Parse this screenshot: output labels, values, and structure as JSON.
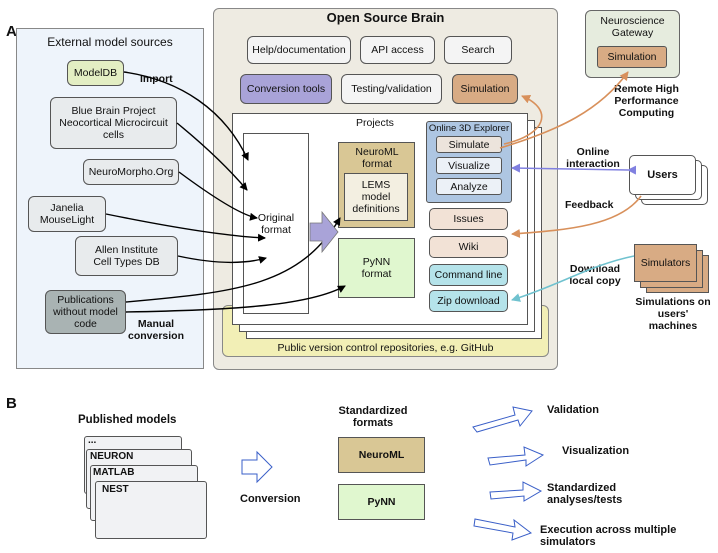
{
  "panel_a": {
    "letter": "A",
    "external": {
      "title": "External model sources",
      "sources": [
        "ModelDB",
        "Blue Brain Project Neocortical Microcircuit cells",
        "NeuroMorpho.Org",
        "Janelia MouseLight",
        "Allen Institute Cell Types DB",
        "Publications without model code"
      ],
      "import_label": "Import",
      "manual_label": "Manual conversion"
    },
    "osb": {
      "title": "Open Source Brain",
      "buttons": [
        "Help/documentation",
        "API access",
        "Search",
        "Conversion tools",
        "Testing/validation",
        "Simulation"
      ],
      "projects_label": "Projects",
      "original_format": "Original format",
      "neuroml_format": "NeuroML format",
      "lems": "LEMS model definitions",
      "pynn": "PyNN format",
      "explorer_title": "Online 3D Explorer",
      "explorer_items": [
        "Simulate",
        "Visualize",
        "Analyze"
      ],
      "tools": [
        "Issues",
        "Wiki",
        "Command line",
        "Zip download"
      ],
      "repo_label": "Public version control repositories, e.g. GitHub"
    },
    "gateway": {
      "title": "Neuroscience Gateway",
      "sim": "Simulation",
      "remote_label": "Remote High Performance Computing"
    },
    "users": {
      "label": "Users",
      "online_label": "Online interaction",
      "feedback_label": "Feedback"
    },
    "simulators": {
      "label": "Simulators",
      "download_label": "Download local copy",
      "caption": "Simulations on users' machines"
    },
    "colors": {
      "modeldb": "#e3eec3",
      "conversion_tools": "#a9a3d8",
      "simulation": "#d8ab84",
      "neuroml": "#d9c795",
      "pynn": "#e0f7cf",
      "explorer": "#aec6e2",
      "issue": "#f2e2d6",
      "teal": "#b5e3ea",
      "external_bg": "#eef4fb",
      "osb_bg": "#eeebe2",
      "repo": "#f2efb6",
      "publications": "#a9b3b3",
      "arrow_orange": "#d8905b",
      "arrow_blue": "#8080e0",
      "arrow_teal": "#70c2cf"
    }
  },
  "panel_b": {
    "letter": "B",
    "published_title": "Published models",
    "stack": [
      "...",
      "NEURON",
      "MATLAB",
      "NEST"
    ],
    "conversion": "Conversion",
    "standardized_title": "Standardized formats",
    "formats": [
      "NeuroML",
      "PyNN"
    ],
    "outcomes": [
      "Validation",
      "Visualization",
      "Standardized analyses/tests",
      "Execution across multiple simulators"
    ]
  }
}
